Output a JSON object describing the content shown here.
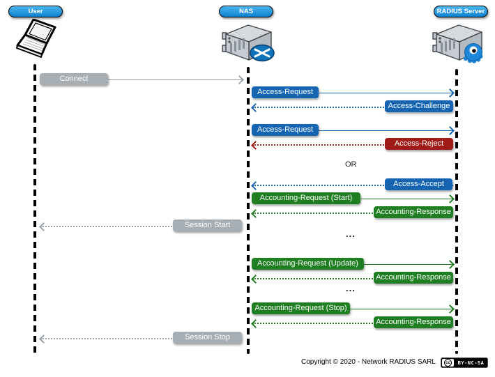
{
  "actors": [
    {
      "label": "User",
      "icon": "laptop-icon"
    },
    {
      "label": "NAS",
      "icon": "nas-server-icon"
    },
    {
      "label": "RADIUS Server",
      "icon": "radius-server-icon"
    }
  ],
  "messages": [
    {
      "label": "Connect",
      "from": "User",
      "to": "NAS",
      "line": "solid",
      "direction": "right",
      "color": "#a6aeb4"
    },
    {
      "label": "Access-Request",
      "from": "NAS",
      "to": "RADIUS Server",
      "line": "solid",
      "direction": "right",
      "color": "#1565b2"
    },
    {
      "label": "Access-Challenge",
      "from": "RADIUS Server",
      "to": "NAS",
      "line": "dotted",
      "direction": "left",
      "color": "#1565b2"
    },
    {
      "label": "Access-Request",
      "from": "NAS",
      "to": "RADIUS Server",
      "line": "solid",
      "direction": "right",
      "color": "#1565b2"
    },
    {
      "label": "Access-Reject",
      "from": "RADIUS Server",
      "to": "NAS",
      "line": "dotted",
      "direction": "left",
      "color": "#a01b17"
    },
    {
      "label": "Access-Accept",
      "from": "RADIUS Server",
      "to": "NAS",
      "line": "dotted",
      "direction": "left",
      "color": "#1565b2"
    },
    {
      "label": "Accounting-Request (Start)",
      "from": "NAS",
      "to": "RADIUS Server",
      "line": "solid",
      "direction": "right",
      "color": "#1f7d22"
    },
    {
      "label": "Accounting-Response",
      "from": "RADIUS Server",
      "to": "NAS",
      "line": "dotted",
      "direction": "left",
      "color": "#1f7d22"
    },
    {
      "label": "Session Start",
      "from": "NAS",
      "to": "User",
      "line": "dotted",
      "direction": "left",
      "color": "#a6aeb4"
    },
    {
      "label": "Accounting-Request (Update)",
      "from": "NAS",
      "to": "RADIUS Server",
      "line": "solid",
      "direction": "right",
      "color": "#1f7d22"
    },
    {
      "label": "Accounting-Response",
      "from": "RADIUS Server",
      "to": "NAS",
      "line": "dotted",
      "direction": "left",
      "color": "#1f7d22"
    },
    {
      "label": "Accounting-Request (Stop)",
      "from": "NAS",
      "to": "RADIUS Server",
      "line": "solid",
      "direction": "right",
      "color": "#1f7d22"
    },
    {
      "label": "Accounting-Response",
      "from": "RADIUS Server",
      "to": "NAS",
      "line": "dotted",
      "direction": "left",
      "color": "#1f7d22"
    },
    {
      "label": "Session Stop",
      "from": "NAS",
      "to": "User",
      "line": "dotted",
      "direction": "left",
      "color": "#a6aeb4"
    }
  ],
  "connectors": {
    "or_label": "OR",
    "ellipsis": "..."
  },
  "footer": {
    "copyright": "Copyright © 2020 - Network RADIUS SARL",
    "license": {
      "logo": "cc",
      "text": "BY-NC-SA"
    }
  },
  "colors": {
    "actor_pill_blue": "#1795e0",
    "request_blue": "#1565b2",
    "reject_red": "#a01b17",
    "accounting_green": "#1f7d22",
    "neutral_gray": "#a6aeb4",
    "lifeline_black": "#000000"
  }
}
